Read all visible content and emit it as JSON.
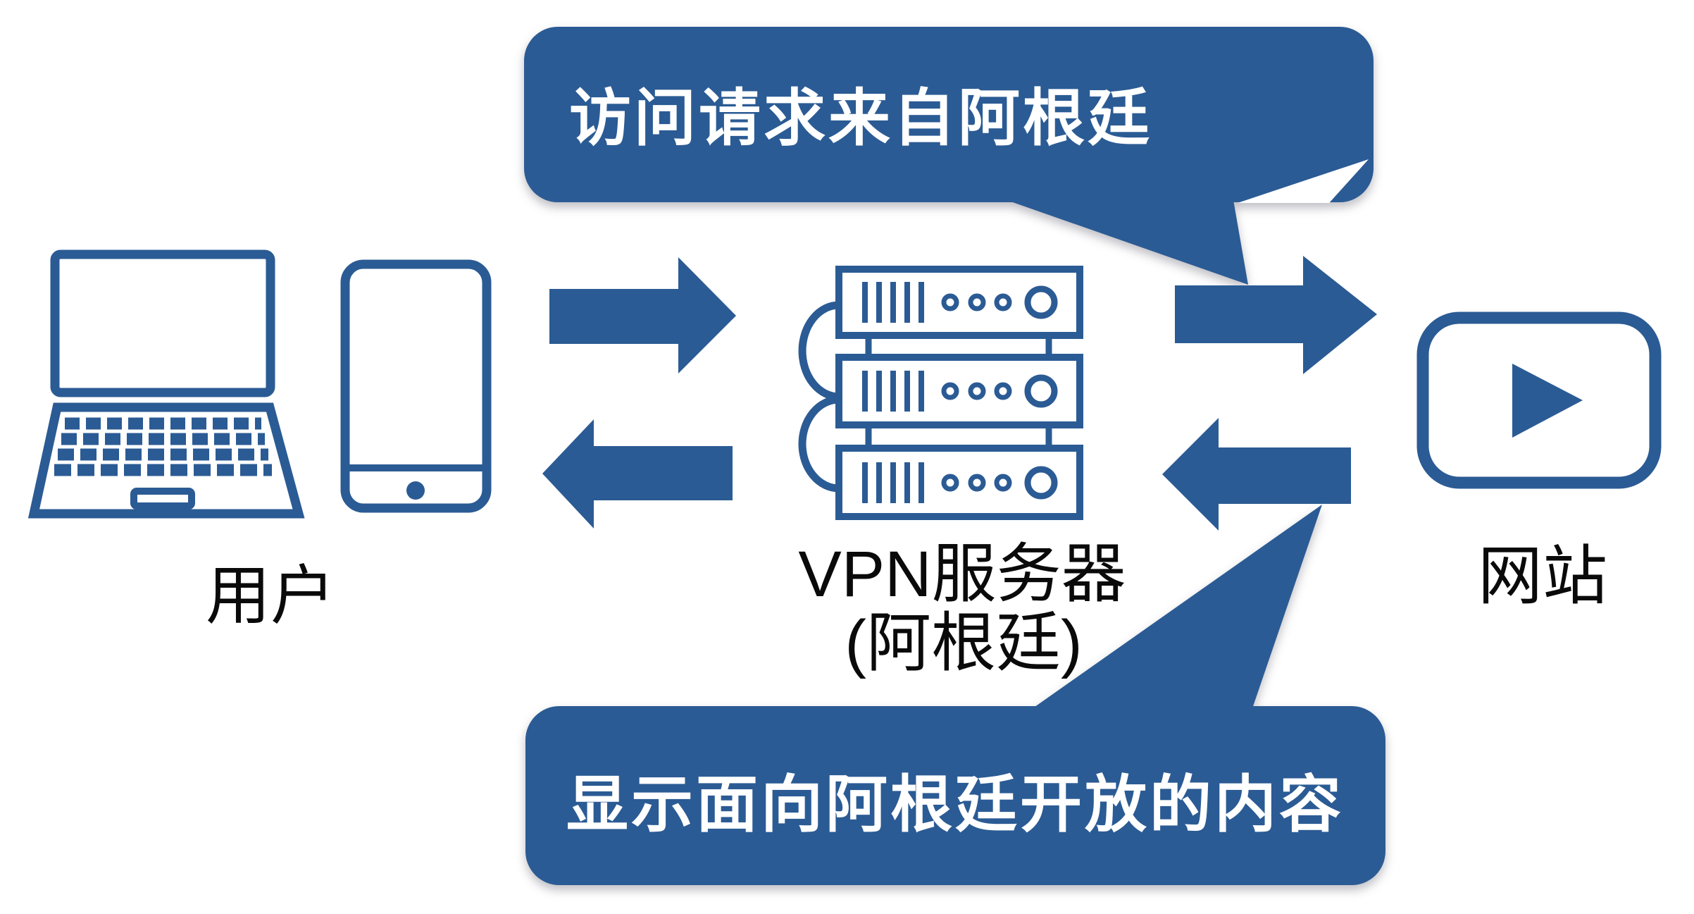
{
  "diagram": {
    "title_hint": "VPN access flow diagram",
    "top_bubble": {
      "text": "访问请求来自阿根廷"
    },
    "bottom_bubble": {
      "text": "显示面向阿根廷开放的内容"
    },
    "labels": {
      "user": "用户",
      "vpn_server_line1": "VPN服务器",
      "vpn_server_line2": "(阿根廷)",
      "website": "网站"
    },
    "icons": [
      "laptop-icon",
      "smartphone-icon",
      "server-stack-icon",
      "video-play-icon",
      "arrow-right-icon",
      "arrow-left-icon"
    ],
    "colors": {
      "primary_blue": "#2B5B94",
      "bubble_text": "#FFFFFF",
      "label_text": "#0A0A0A",
      "background": "#FFFFFF"
    }
  }
}
